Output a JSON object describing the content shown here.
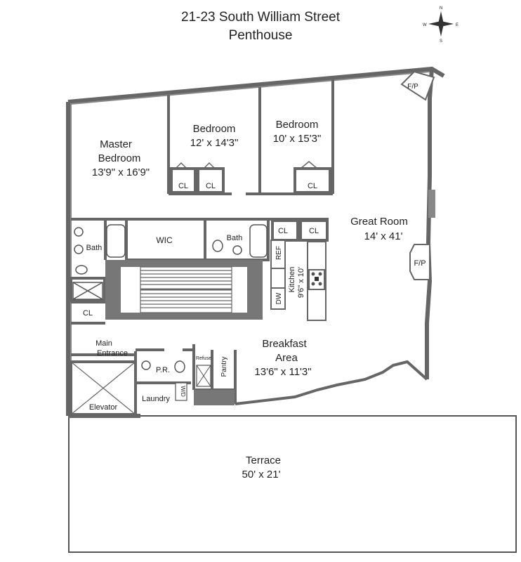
{
  "title": {
    "line1": "21-23 South William Street",
    "line2": "Penthouse"
  },
  "compass": {
    "n": "N",
    "e": "E",
    "s": "S",
    "w": "W",
    "icon": "compass-rose-icon"
  },
  "rooms": {
    "master": {
      "name1": "Master",
      "name2": "Bedroom",
      "dims": "13'9\" x 16'9\""
    },
    "bedroom1": {
      "name": "Bedroom",
      "dims": "12' x 14'3\""
    },
    "bedroom2": {
      "name": "Bedroom",
      "dims": "10' x 15'3\""
    },
    "great_room": {
      "name": "Great Room",
      "dims": "14' x 41'"
    },
    "breakfast": {
      "name1": "Breakfast",
      "name2": "Area",
      "dims": "13'6\" x 11'3\""
    },
    "terrace": {
      "name": "Terrace",
      "dims": "50' x 21'"
    },
    "kitchen": {
      "name": "Kitchen",
      "dims": "9'6\" x 10'"
    }
  },
  "labels": {
    "closet": "CL",
    "bath": "Bath",
    "wic": "WIC",
    "fireplace": "F/P",
    "ref": "REF",
    "dw": "DW",
    "main_entrance1": "Main",
    "main_entrance2": "Entrance",
    "powder_room": "P.R.",
    "refuse": "Refuse",
    "pantry": "Pantry",
    "laundry": "Laundry",
    "wd": "W/D",
    "elevator": "Elevator"
  }
}
